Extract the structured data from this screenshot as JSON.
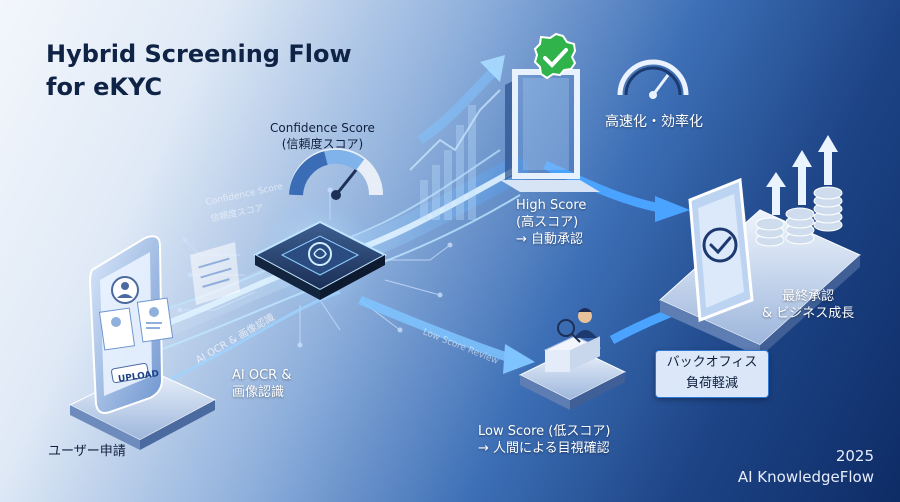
{
  "title": {
    "line1": "Hybrid Screening Flow",
    "line2": "for eKYC"
  },
  "confidence": {
    "line1": "Confidence Score",
    "line2": "(信頼度スコア)"
  },
  "speed_label": "高速化・効率化",
  "high_score": {
    "line1": "High Score",
    "line2": "(高スコア)",
    "line3": "→ 自動承認"
  },
  "final": {
    "line1": "最終承認",
    "line2": "& ビジネス成長"
  },
  "backoffice": {
    "line1": "バックオフィス",
    "line2": "負荷軽減"
  },
  "ocr": {
    "line1": "AI OCR &",
    "line2": "画像認識",
    "stream_text": "AI OCR & 画像認識"
  },
  "user_label": "ユーザー申請",
  "upload_label": "UPLOAD",
  "low_score": {
    "line1": "Low Score (低スコア)",
    "line2": "→ 人間による目視確認",
    "stream_text": "Low Score Review"
  },
  "stream_texts": {
    "confidence": "Confidence Score",
    "confidence_jp": "信頼度スコア"
  },
  "footer": {
    "year": "2025",
    "brand": "AI KnowledgeFlow"
  },
  "colors": {
    "flow_light": "#bfe6ff",
    "flow_main": "#4aa3ff",
    "navy_text": "#0f2346",
    "check_green": "#2fb34a",
    "badge_border": "#2f79d6"
  }
}
